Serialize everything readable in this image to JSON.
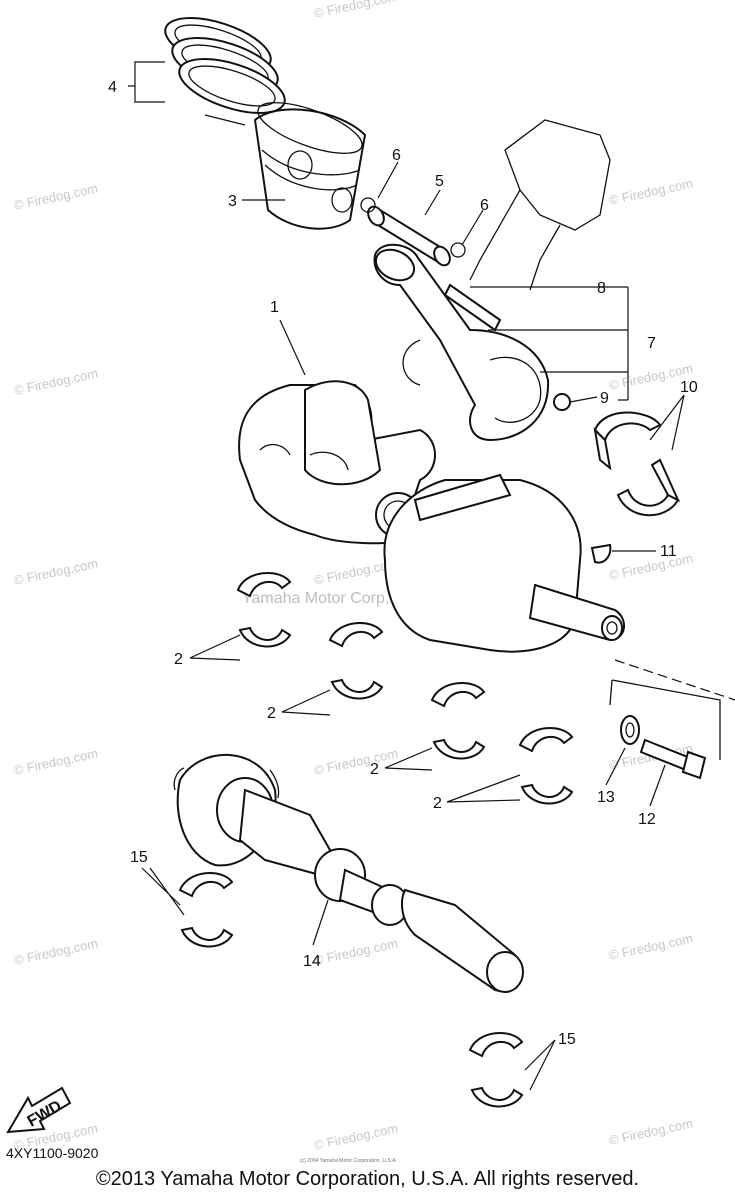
{
  "callouts": {
    "c1": "1",
    "c2a": "2",
    "c2b": "2",
    "c2c": "2",
    "c2d": "2",
    "c3": "3",
    "c4": "4",
    "c5": "5",
    "c6a": "6",
    "c6b": "6",
    "c7": "7",
    "c8": "8",
    "c9": "9",
    "c10": "10",
    "c11": "11",
    "c12": "12",
    "c13": "13",
    "c14": "14",
    "c15a": "15",
    "c15b": "15"
  },
  "watermark": "© Firedog.com",
  "center_watermark": "Yamaha Motor Corp, U.S.A.",
  "fwd_label": "FWD",
  "drawing_code": "4XY1100-9020",
  "copyright": "©2013 Yamaha Motor Corporation, U.S.A. All rights reserved.",
  "copyright_fine": "(c) 2004 Yamaha Motor Corporation, U.S.A."
}
